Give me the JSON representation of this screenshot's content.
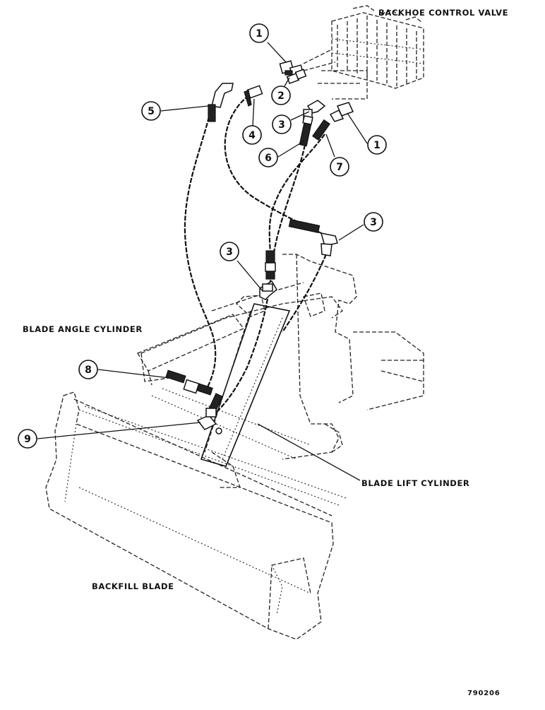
{
  "labels": {
    "backhoe_control_valve": "BACKHOE CONTROL VALVE",
    "blade_angle_cylinder": "BLADE ANGLE CYLINDER",
    "blade_lift_cylinder": "BLADE LIFT CYLINDER",
    "backfill_blade": "BACKFILL BLADE",
    "figure_id": "790206"
  },
  "callouts": [
    {
      "id": "c1a",
      "number": "1"
    },
    {
      "id": "c2",
      "number": "2"
    },
    {
      "id": "c5",
      "number": "5"
    },
    {
      "id": "c4",
      "number": "4"
    },
    {
      "id": "c3a",
      "number": "3"
    },
    {
      "id": "c1b",
      "number": "1"
    },
    {
      "id": "c6",
      "number": "6"
    },
    {
      "id": "c7",
      "number": "7"
    },
    {
      "id": "c3b",
      "number": "3"
    },
    {
      "id": "c3c",
      "number": "3"
    },
    {
      "id": "c8",
      "number": "8"
    },
    {
      "id": "c9",
      "number": "9"
    }
  ]
}
